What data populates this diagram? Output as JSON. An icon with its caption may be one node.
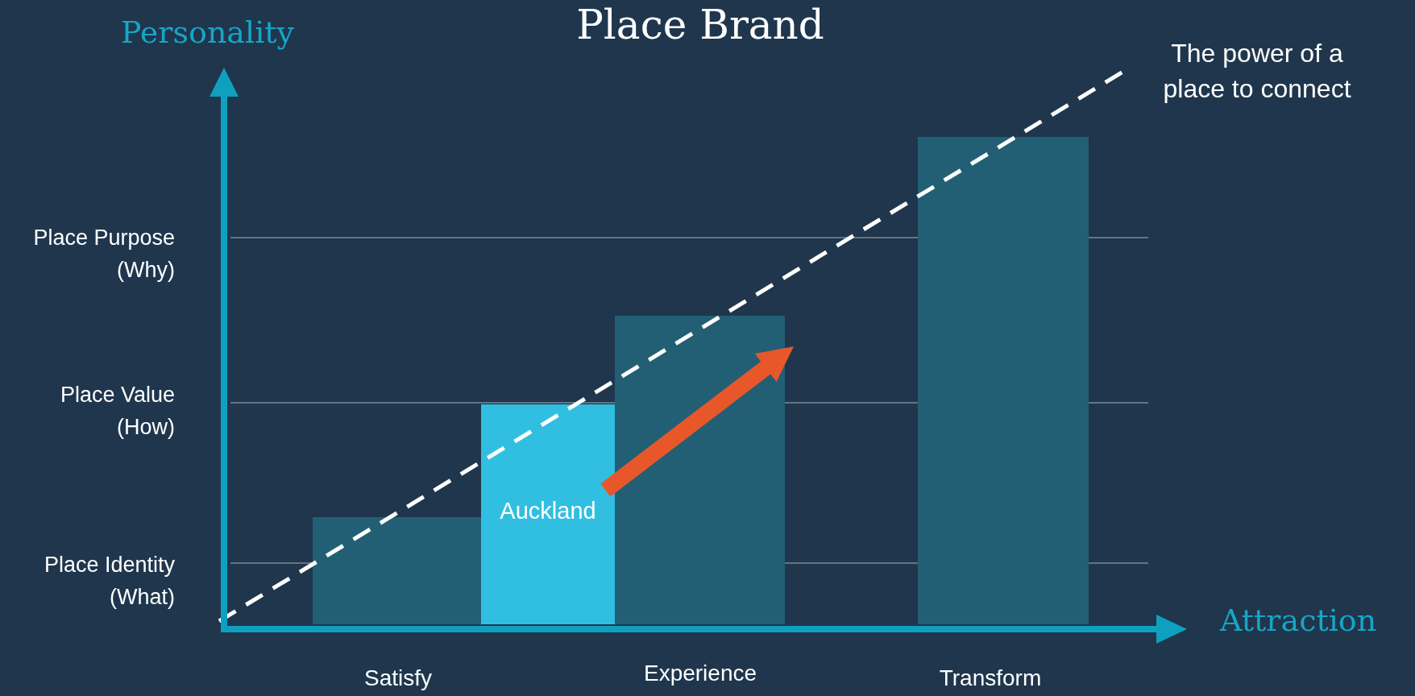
{
  "diagram": {
    "title": "Place Brand",
    "nodes": [
      {
        "text": [],
        "shape": "bar"
      },
      {
        "text": [
          "Auckland"
        ]
      },
      {
        "text": [],
        "shape": "bar"
      },
      {
        "text": [],
        "shape": "bar"
      }
    ],
    "edges": [
      {
        "from": 1,
        "to": 2,
        "arrow": "to",
        "color": "#e8572a"
      }
    ],
    "labels": [
      "Personality",
      "The power of a place to connect",
      "Place Purpose (Why)",
      "Place Value (How)",
      "Place Identity (What)",
      "Attraction",
      "Satisfy",
      "Experience",
      "Transform"
    ]
  }
}
